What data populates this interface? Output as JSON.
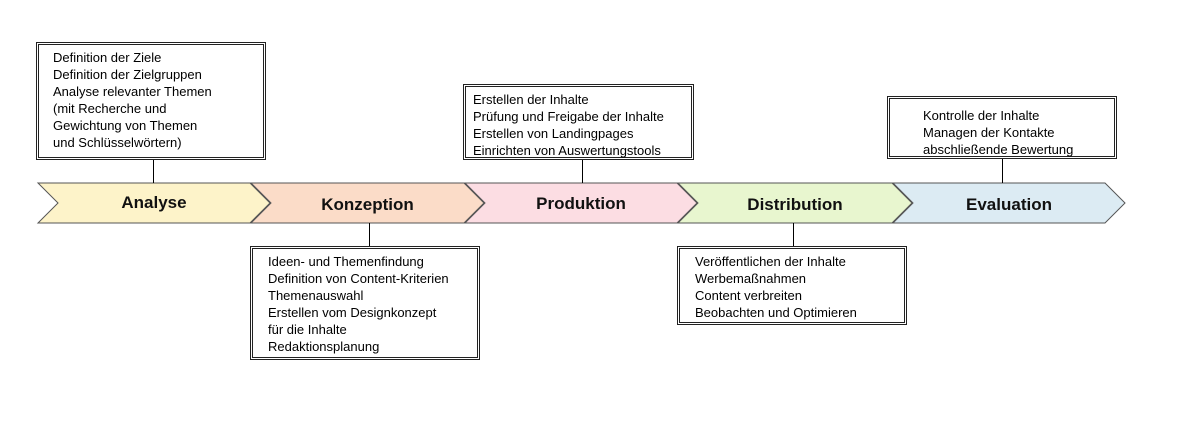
{
  "colors": {
    "analyse": "#fdf3c9",
    "konzeption": "#fbdcc8",
    "produktion": "#fcdde3",
    "distribution": "#e8f6cf",
    "evaluation": "#dcebf3"
  },
  "stages": [
    {
      "label": "Analyse",
      "lines": [
        "Definition der Ziele",
        "Definition der Zielgruppen",
        "Analyse relevanter Themen",
        "(mit Recherche und",
        "Gewichtung von Themen",
        "und Schlüsselwörtern)"
      ]
    },
    {
      "label": "Konzeption",
      "lines": [
        "Ideen- und Themenfindung",
        "Definition von Content-Kriterien",
        "Themenauswahl",
        "Erstellen vom Designkonzept",
        "für die Inhalte",
        "Redaktionsplanung"
      ]
    },
    {
      "label": "Produktion",
      "lines": [
        "Erstellen der Inhalte",
        "Prüfung und Freigabe der Inhalte",
        "Erstellen von Landingpages",
        "Einrichten von Auswertungstools"
      ]
    },
    {
      "label": "Distribution",
      "lines": [
        "Veröffentlichen der Inhalte",
        "Werbemaßnahmen",
        "Content verbreiten",
        "Beobachten und Optimieren"
      ]
    },
    {
      "label": "Evaluation",
      "lines": [
        "Kontrolle der Inhalte",
        "Managen der Kontakte",
        "abschließende Bewertung"
      ]
    }
  ]
}
